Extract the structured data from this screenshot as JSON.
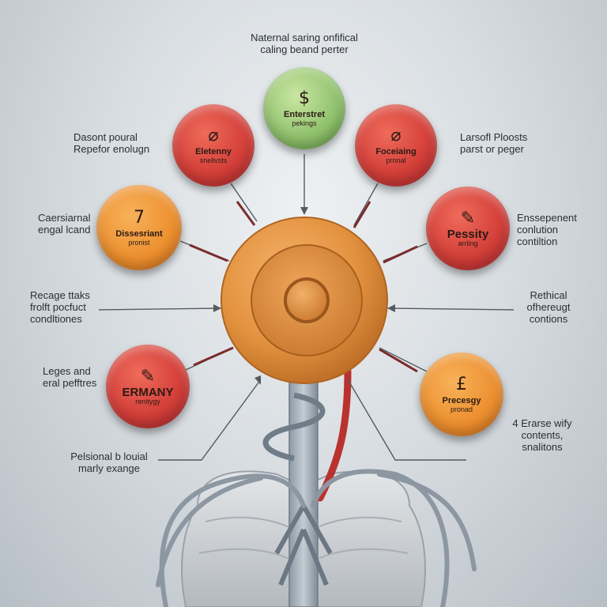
{
  "title": {
    "line1": "Naternal saring onfifical",
    "line2": "caling beand perter"
  },
  "center": {
    "color": "#e79a4b"
  },
  "labels": {
    "top_left": [
      "Dasont poural",
      "Repefor enolugn"
    ],
    "top_right": [
      "Larsofl Ploosts",
      "parst or peger"
    ],
    "mid_left": [
      "Caersiarnal",
      "engal lcand"
    ],
    "mid_right": [
      "Enssepenent",
      "conlution",
      "contiltion"
    ],
    "left": [
      "Recage ttaks",
      "frolft pocfuct",
      "condltiones"
    ],
    "right": [
      "Rethical",
      "ofhereugt",
      "contions"
    ],
    "lower_left": [
      "Leges and",
      "eral pefftres"
    ],
    "lower_right": [
      "4 Erarse wify",
      "contents,",
      "snalitons"
    ],
    "bottom_left": [
      "Pelsional b louial",
      "marly exange"
    ]
  },
  "nodes": {
    "top_green": {
      "icon": "$",
      "t1": "Enterstret",
      "t2": "pekings",
      "color": "#8ec06a"
    },
    "upper_left_red": {
      "icon": "⌀",
      "t1": "Eletenny",
      "t2": "snelivsts",
      "color": "#d4403a"
    },
    "upper_right_red": {
      "icon": "⌀",
      "t1": "Foceiaing",
      "t2": "prnnal",
      "color": "#d4403a"
    },
    "mid_left_orange": {
      "icon": "7",
      "t1": "Dissesriant",
      "t2": "pronist",
      "color": "#ec8e2e"
    },
    "mid_right_red": {
      "icon": "✎",
      "t1": "Pessity",
      "t2": "arrling",
      "color": "#d4403a"
    },
    "lower_left_red": {
      "icon": "✎",
      "t1": "ERMANY",
      "t2": "renitygy",
      "color": "#d4403a"
    },
    "lower_right_orange": {
      "icon": "£",
      "t1": "Precesgy",
      "t2": "pronad",
      "color": "#ec8e2e"
    }
  }
}
